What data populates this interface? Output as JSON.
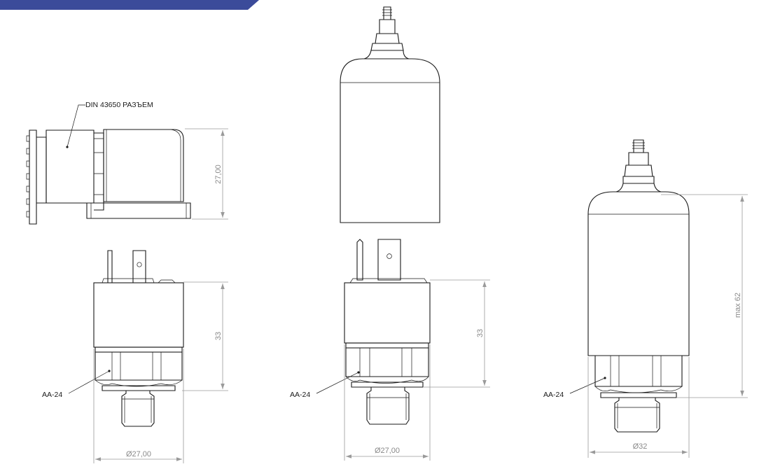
{
  "banner": {
    "color": "#3b4b9a"
  },
  "colors": {
    "outline": "#1a1a1a",
    "dimension": "#9a9a9a",
    "background": "#ffffff"
  },
  "labels": {
    "connector_callout": "DIN 43650 РАЗЪЕМ",
    "hex_left": "AA-24",
    "hex_middle": "AA-24",
    "hex_right": "AA-24"
  },
  "dimensions": {
    "connector_height": "27,00",
    "left_body_height": "33",
    "middle_body_height": "33",
    "right_body_height": "max 62",
    "left_diameter": "Ø27,00",
    "middle_diameter": "Ø27,00",
    "right_diameter": "Ø32"
  }
}
